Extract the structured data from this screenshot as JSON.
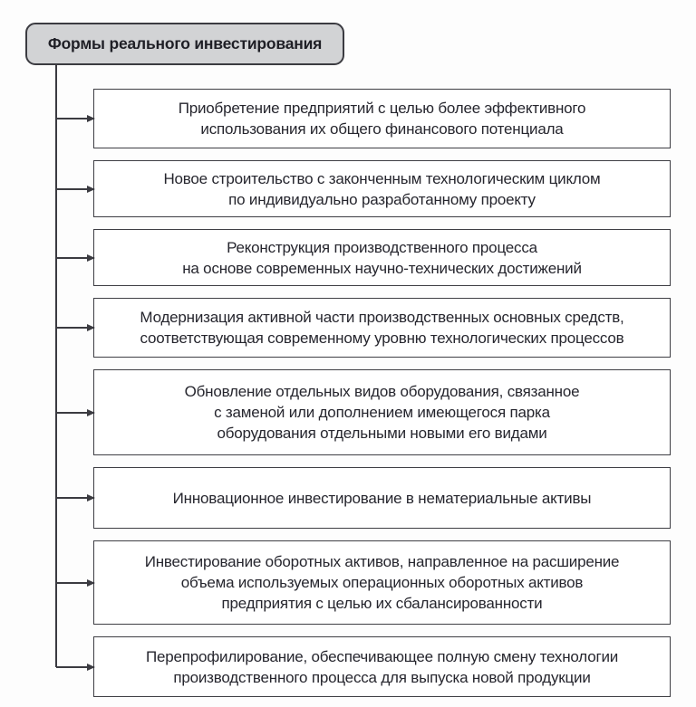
{
  "colors": {
    "background": "#fdfdfd",
    "box_border": "#3e3e44",
    "connector_line": "#3b3b41",
    "header_fill": "#d2d3d5",
    "text": "#26262e"
  },
  "header": {
    "title": "Формы реального инвестирования"
  },
  "diagram": {
    "boxes": [
      {
        "lines": [
          "Приобретение предприятий с целью более эффективного",
          "использования их общего финансового потенциала"
        ]
      },
      {
        "lines": [
          "Новое строительство с законченным технологическим циклом",
          "по индивидуально разработанному проекту"
        ]
      },
      {
        "lines": [
          "Реконструкция производственного процесса",
          "на основе современных научно-технических достижений"
        ]
      },
      {
        "lines": [
          "Модернизация активной части производственных основных средств,",
          "соответствующая современному уровню технологических процессов"
        ]
      },
      {
        "lines": [
          "Обновление отдельных видов оборудования, связанное",
          "с заменой или дополнением имеющегося парка",
          "оборудования отдельными новыми его видами"
        ]
      },
      {
        "lines": [
          "Инновационное инвестирование в нематериальные активы"
        ]
      },
      {
        "lines": [
          "Инвестирование оборотных активов, направленное на расширение",
          "объема используемых операционных оборотных активов",
          "предприятия с целью их сбалансированности"
        ]
      },
      {
        "lines": [
          "Перепрофилирование, обеспечивающее полную смену технологии",
          "производственного процесса для выпуска новой продукции"
        ]
      }
    ]
  }
}
